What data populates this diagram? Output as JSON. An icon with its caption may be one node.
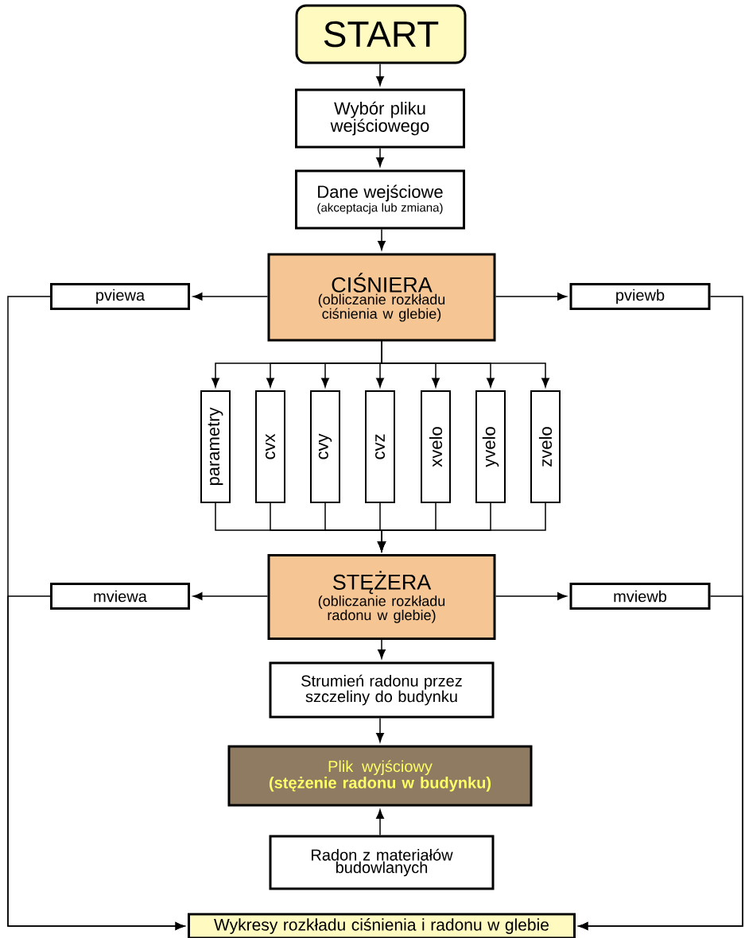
{
  "diagram": {
    "nodes": [
      {
        "text": [
          "START"
        ]
      },
      {
        "text": [
          "Wybór pliku wejściowego"
        ]
      },
      {
        "text": [
          "Dane wejściowe",
          "(akceptacja lub zmiana)"
        ]
      },
      {
        "text": [
          "CIŚNIERA",
          "(obliczanie rozkładu ciśnienia w glebie)"
        ]
      },
      {
        "text": [
          "pviewa"
        ]
      },
      {
        "text": [
          "pviewb"
        ]
      },
      {
        "text": [
          "parametry"
        ]
      },
      {
        "text": [
          "cvx"
        ]
      },
      {
        "text": [
          "cvy"
        ]
      },
      {
        "text": [
          "cvz"
        ]
      },
      {
        "text": [
          "xvelo"
        ]
      },
      {
        "text": [
          "yvelo"
        ]
      },
      {
        "text": [
          "zvelo"
        ]
      },
      {
        "text": [
          "STĘŻERA",
          "(obliczanie rozkładu radonu w glebie)"
        ]
      },
      {
        "text": [
          "mviewa"
        ]
      },
      {
        "text": [
          "mviewb"
        ]
      },
      {
        "text": [
          "Strumień radonu przez szczeliny do budynku"
        ]
      },
      {
        "text": [
          "Plik wyjściowy",
          "(stężenie radonu w budynku)"
        ]
      },
      {
        "text": [
          "Radon z materiałów budowlanych"
        ]
      },
      {
        "text": [
          "Wykresy rozkładu ciśnienia i radonu w glebie"
        ]
      }
    ],
    "edges": [
      {
        "from": 0,
        "to": 1,
        "arrow": "to"
      },
      {
        "from": 1,
        "to": 2,
        "arrow": "to"
      },
      {
        "from": 2,
        "to": 3,
        "arrow": "to"
      },
      {
        "from": 3,
        "to": 4,
        "arrow": "to"
      },
      {
        "from": 3,
        "to": 5,
        "arrow": "to"
      },
      {
        "from": 3,
        "to": 6,
        "arrow": "to"
      },
      {
        "from": 3,
        "to": 7,
        "arrow": "to"
      },
      {
        "from": 3,
        "to": 8,
        "arrow": "to"
      },
      {
        "from": 3,
        "to": 9,
        "arrow": "to"
      },
      {
        "from": 3,
        "to": 10,
        "arrow": "to"
      },
      {
        "from": 3,
        "to": 11,
        "arrow": "to"
      },
      {
        "from": 3,
        "to": 12,
        "arrow": "to"
      },
      {
        "from": 6,
        "to": 13,
        "arrow": "to"
      },
      {
        "from": 7,
        "to": 13,
        "arrow": "to"
      },
      {
        "from": 8,
        "to": 13,
        "arrow": "to"
      },
      {
        "from": 9,
        "to": 13,
        "arrow": "to"
      },
      {
        "from": 10,
        "to": 13,
        "arrow": "to"
      },
      {
        "from": 11,
        "to": 13,
        "arrow": "to"
      },
      {
        "from": 12,
        "to": 13,
        "arrow": "to"
      },
      {
        "from": 13,
        "to": 14,
        "arrow": "to"
      },
      {
        "from": 13,
        "to": 15,
        "arrow": "to"
      },
      {
        "from": 13,
        "to": 16,
        "arrow": "to"
      },
      {
        "from": 16,
        "to": 17,
        "arrow": "to"
      },
      {
        "from": 18,
        "to": 17,
        "arrow": "to"
      },
      {
        "from": 4,
        "to": 19,
        "arrow": "to"
      },
      {
        "from": 14,
        "to": 19,
        "arrow": "to"
      },
      {
        "from": 5,
        "to": 19,
        "arrow": "to"
      },
      {
        "from": 15,
        "to": 19,
        "arrow": "to"
      }
    ]
  }
}
